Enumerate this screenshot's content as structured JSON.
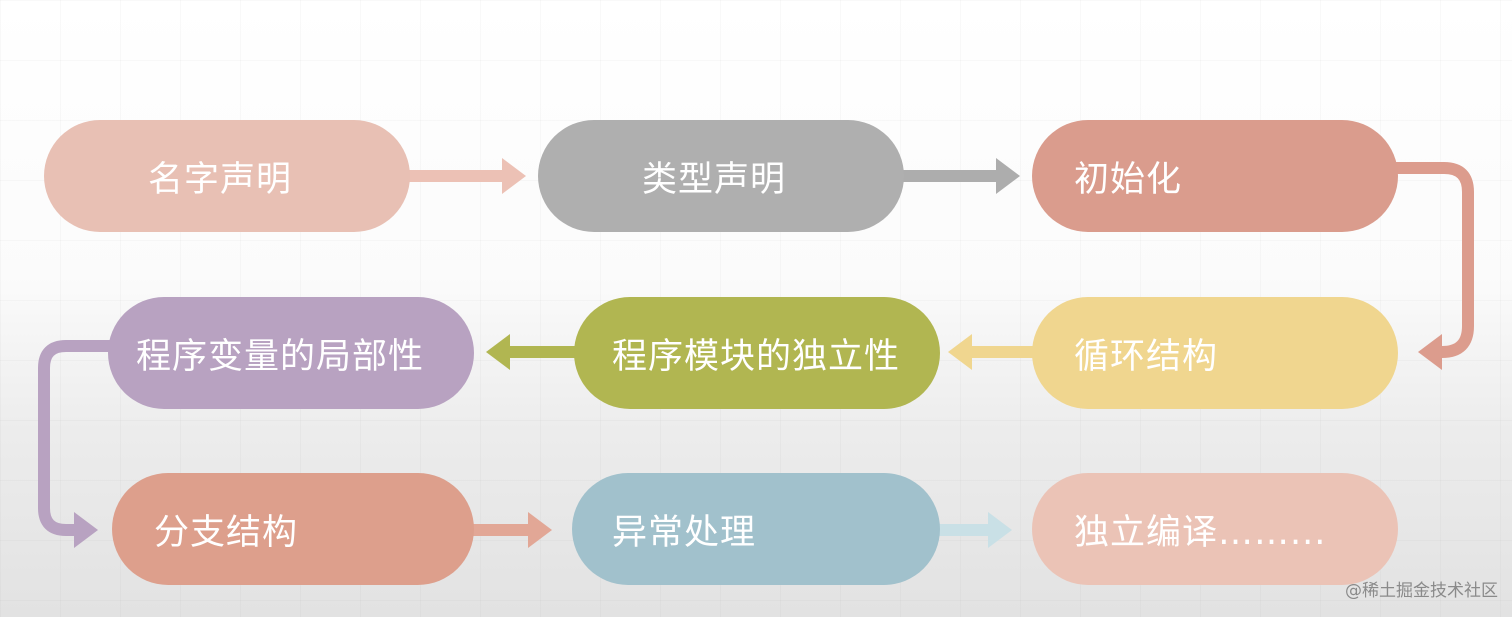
{
  "nodes": [
    {
      "label": "名字声明"
    },
    {
      "label": "类型声明"
    },
    {
      "label": "初始化"
    },
    {
      "label": "循环结构"
    },
    {
      "label": "程序模块的独立性"
    },
    {
      "label": "程序变量的局部性"
    },
    {
      "label": "分支结构"
    },
    {
      "label": "异常处理"
    },
    {
      "label": "独立编译……..."
    }
  ],
  "watermark": "@稀土掘金技术社区",
  "colors": {
    "name_decl": "#e8c0b4",
    "type_decl": "#afafaf",
    "init": "#da9c8d",
    "loop": "#f0d68f",
    "module_independence": "#b1b651",
    "variable_locality": "#b8a2c1",
    "branch": "#dd9f8c",
    "exception": "#a1c1cc",
    "separate_compile": "#ebc3b6"
  }
}
